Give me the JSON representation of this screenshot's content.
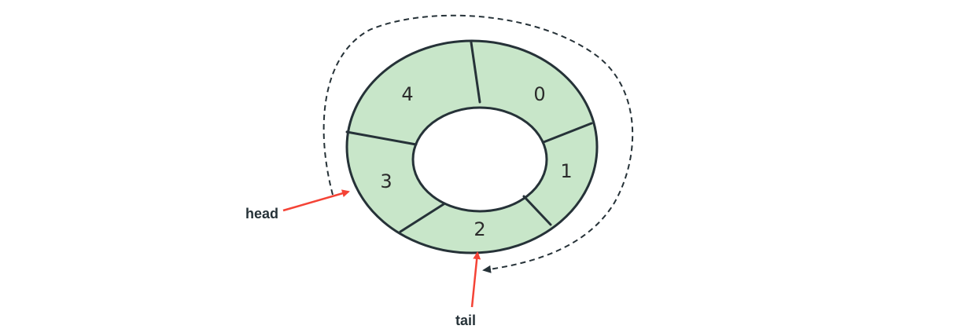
{
  "diagram": {
    "slots": [
      "0",
      "1",
      "2",
      "3",
      "4"
    ],
    "pointers": {
      "head": "head",
      "tail": "tail"
    },
    "colors": {
      "slot_fill": "#c8e6c9",
      "outline": "#263238",
      "pointer_arrow": "#f44336"
    }
  }
}
